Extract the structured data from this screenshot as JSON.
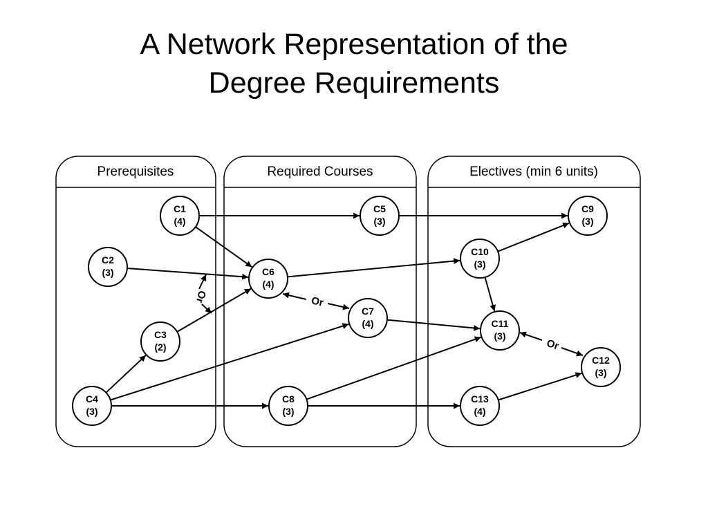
{
  "title": {
    "line1": "A Network Representation of the",
    "line2": "Degree Requirements"
  },
  "columns": [
    {
      "id": "prereq",
      "label": "Prerequisites"
    },
    {
      "id": "required",
      "label": "Required Courses"
    },
    {
      "id": "electives",
      "label": "Electives (min 6 units)"
    }
  ],
  "nodes": [
    {
      "id": "C1",
      "label": "C1",
      "units": "(4)"
    },
    {
      "id": "C2",
      "label": "C2",
      "units": "(3)"
    },
    {
      "id": "C3",
      "label": "C3",
      "units": "(2)"
    },
    {
      "id": "C4",
      "label": "C4",
      "units": "(3)"
    },
    {
      "id": "C5",
      "label": "C5",
      "units": "(3)"
    },
    {
      "id": "C6",
      "label": "C6",
      "units": "(4)"
    },
    {
      "id": "C7",
      "label": "C7",
      "units": "(4)"
    },
    {
      "id": "C8",
      "label": "C8",
      "units": "(3)"
    },
    {
      "id": "C9",
      "label": "C9",
      "units": "(3)"
    },
    {
      "id": "C10",
      "label": "C10",
      "units": "(3)"
    },
    {
      "id": "C11",
      "label": "C11",
      "units": "(3)"
    },
    {
      "id": "C12",
      "label": "C12",
      "units": "(3)"
    },
    {
      "id": "C13",
      "label": "C13",
      "units": "(4)"
    }
  ],
  "edges": [
    {
      "from": "C1",
      "to": "C5"
    },
    {
      "from": "C5",
      "to": "C9"
    },
    {
      "from": "C1",
      "to": "C6"
    },
    {
      "from": "C2",
      "to": "C6"
    },
    {
      "from": "C3",
      "to": "C6"
    },
    {
      "from": "C4",
      "to": "C3"
    },
    {
      "from": "C4",
      "to": "C7"
    },
    {
      "from": "C4",
      "to": "C8"
    },
    {
      "from": "C6",
      "to": "C10"
    },
    {
      "from": "C10",
      "to": "C9"
    },
    {
      "from": "C10",
      "to": "C11"
    },
    {
      "from": "C7",
      "to": "C11"
    },
    {
      "from": "C8",
      "to": "C11"
    },
    {
      "from": "C8",
      "to": "C13"
    },
    {
      "from": "C13",
      "to": "C12"
    }
  ],
  "or_relations": [
    {
      "id": "or-c2-c3",
      "label": "Or"
    },
    {
      "id": "or-c6-c7",
      "label": "Or",
      "between": [
        "C6",
        "C7"
      ]
    },
    {
      "id": "or-c11-c12",
      "label": "Or",
      "between": [
        "C11",
        "C12"
      ]
    }
  ]
}
